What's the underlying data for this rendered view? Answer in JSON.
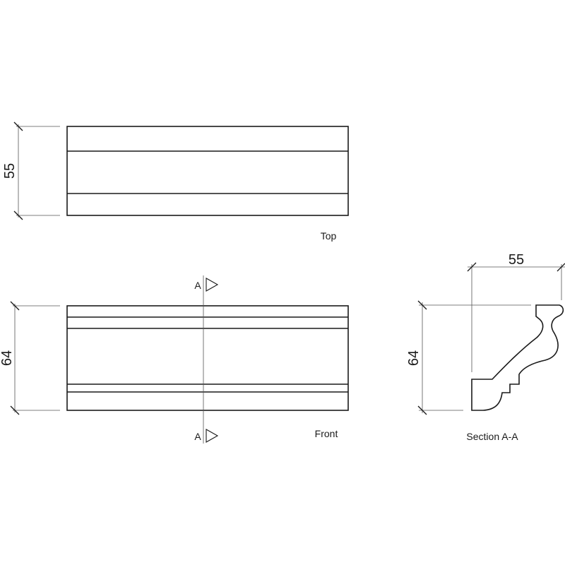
{
  "views": {
    "top": {
      "label": "Top",
      "dimension": "55"
    },
    "front": {
      "label": "Front",
      "dimension": "64",
      "section_marker": "A"
    },
    "section": {
      "label": "Section A-A",
      "width_dimension": "55",
      "height_dimension": "64"
    }
  },
  "colors": {
    "line": "#1a1a1a",
    "background": "#ffffff"
  }
}
